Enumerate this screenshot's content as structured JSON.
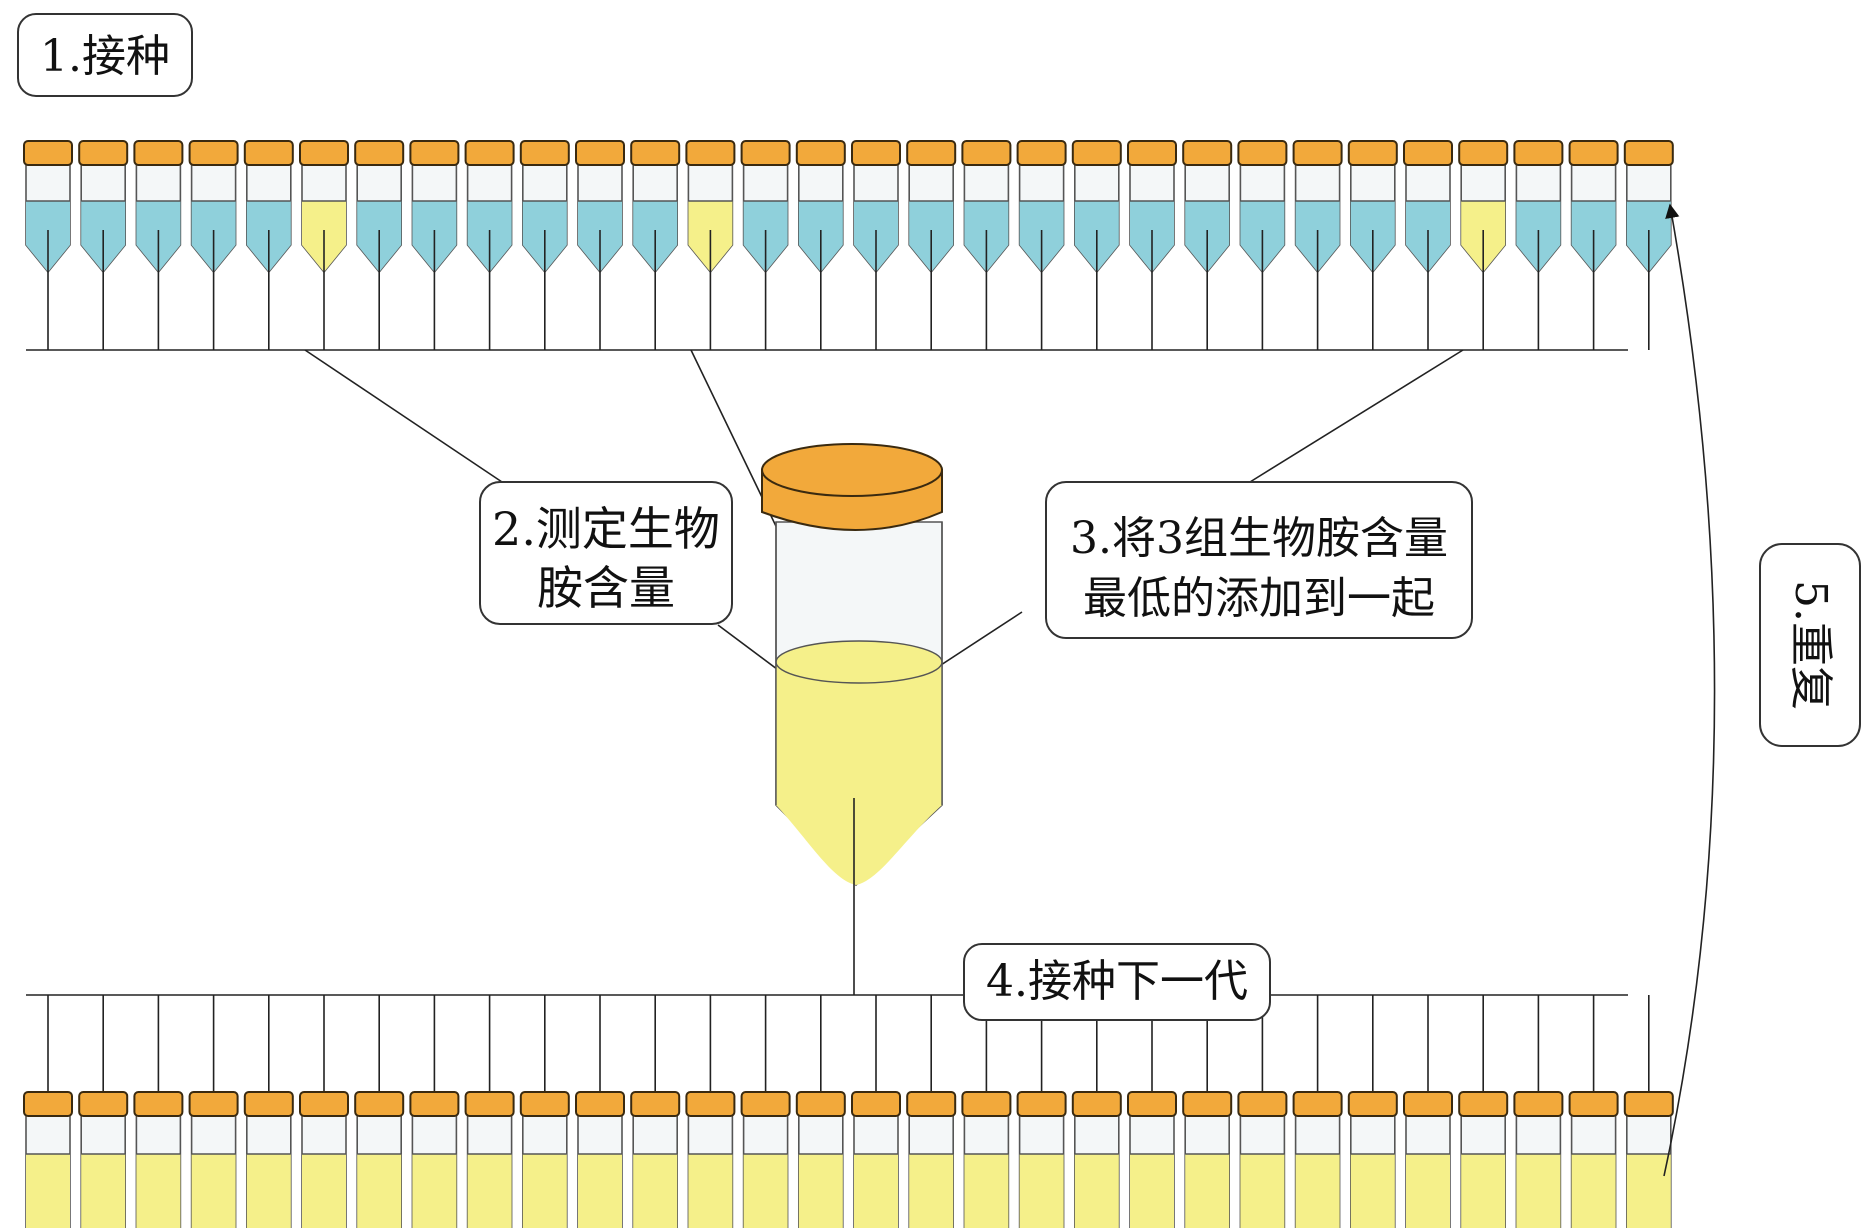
{
  "steps": {
    "step1": "1.接种",
    "step2_line1": "2.测定生物",
    "step2_line2": "胺含量",
    "step3_line1": "3.将3组生物胺含量",
    "step3_line2": "最低的添加到一起",
    "step4": "4.接种下一代",
    "step5": "5.重复"
  },
  "top_row": {
    "tube_count": 30,
    "selected_tubes": [
      6,
      13,
      27
    ],
    "colors": {
      "normal": "#8FD0DB",
      "selected": "#F5F08A"
    }
  },
  "bottom_row": {
    "tube_count": 30,
    "color": "#F5F08A"
  },
  "colors": {
    "cap": "#F2A93B",
    "pooled_liquid": "#F5F08A"
  }
}
